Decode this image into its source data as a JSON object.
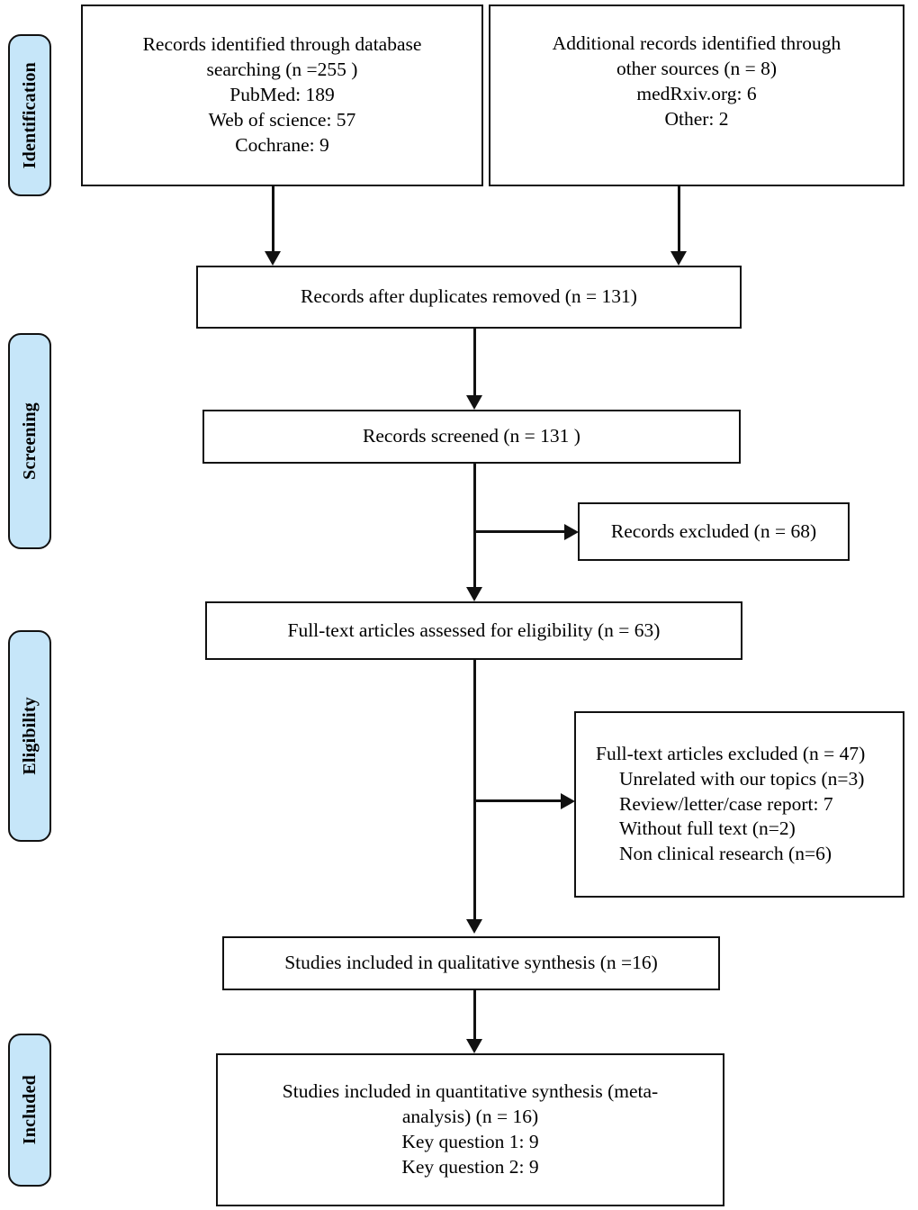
{
  "diagram": {
    "title": "PRISMA flow diagram",
    "accent_color": "#c6e6f9",
    "line_color": "#111111",
    "box_fill": "#ffffff"
  },
  "phases": [
    {
      "label": "Identification"
    },
    {
      "label": "Screening"
    },
    {
      "label": "Eligibility"
    },
    {
      "label": "Included"
    }
  ],
  "boxes": {
    "database_search": {
      "lines": [
        "Records identified through database",
        "searching (n =255 )",
        "PubMed: 189",
        "Web of science: 57",
        "Cochrane: 9"
      ]
    },
    "other_sources": {
      "lines": [
        "Additional records identified through",
        "other sources (n = 8)",
        "medRxiv.org: 6",
        "Other: 2"
      ]
    },
    "duplicates_removed": {
      "lines": [
        "Records after duplicates removed (n = 131)"
      ]
    },
    "records_screened": {
      "lines": [
        "Records screened (n = 131 )"
      ]
    },
    "records_excluded": {
      "lines": [
        "Records excluded (n = 68)"
      ]
    },
    "fulltext_assessed": {
      "lines": [
        "Full-text articles assessed for eligibility (n = 63)"
      ]
    },
    "fulltext_excluded": {
      "lines": [
        "Full-text articles excluded (n = 47)",
        "Unrelated with our topics (n=3)",
        "Review/letter/case report: 7",
        "Without full text (n=2)",
        "Non clinical research (n=6)"
      ]
    },
    "qualitative_synthesis": {
      "lines": [
        "Studies included in qualitative synthesis (n =16)"
      ]
    },
    "quantitative_synthesis": {
      "lines": [
        "Studies included in quantitative synthesis (meta-",
        "analysis) (n = 16)",
        "Key question 1: 9",
        "Key question 2: 9"
      ]
    }
  },
  "chart_data": {
    "type": "diagram",
    "title": "PRISMA flow diagram",
    "nodes": [
      {
        "id": "database_search",
        "phase": "Identification",
        "n": 255,
        "breakdown": {
          "PubMed": 189,
          "Web of science": 57,
          "Cochrane": 9
        }
      },
      {
        "id": "other_sources",
        "phase": "Identification",
        "n": 8,
        "breakdown": {
          "medRxiv.org": 6,
          "Other": 2
        }
      },
      {
        "id": "duplicates_removed",
        "phase": "Identification",
        "n": 131
      },
      {
        "id": "records_screened",
        "phase": "Screening",
        "n": 131
      },
      {
        "id": "records_excluded",
        "phase": "Screening",
        "n": 68
      },
      {
        "id": "fulltext_assessed",
        "phase": "Eligibility",
        "n": 63
      },
      {
        "id": "fulltext_excluded",
        "phase": "Eligibility",
        "n": 47,
        "breakdown": {
          "Unrelated with our topics": 3,
          "Review/letter/case report": 7,
          "Without full text": 2,
          "Non clinical research": 6
        }
      },
      {
        "id": "qualitative_synthesis",
        "phase": "Included",
        "n": 16
      },
      {
        "id": "quantitative_synthesis",
        "phase": "Included",
        "n": 16,
        "breakdown": {
          "Key question 1": 9,
          "Key question 2": 9
        }
      }
    ],
    "edges": [
      {
        "from": "database_search",
        "to": "duplicates_removed"
      },
      {
        "from": "other_sources",
        "to": "duplicates_removed"
      },
      {
        "from": "duplicates_removed",
        "to": "records_screened"
      },
      {
        "from": "records_screened",
        "to": "records_excluded"
      },
      {
        "from": "records_screened",
        "to": "fulltext_assessed"
      },
      {
        "from": "fulltext_assessed",
        "to": "fulltext_excluded"
      },
      {
        "from": "fulltext_assessed",
        "to": "qualitative_synthesis"
      },
      {
        "from": "qualitative_synthesis",
        "to": "quantitative_synthesis"
      }
    ]
  }
}
